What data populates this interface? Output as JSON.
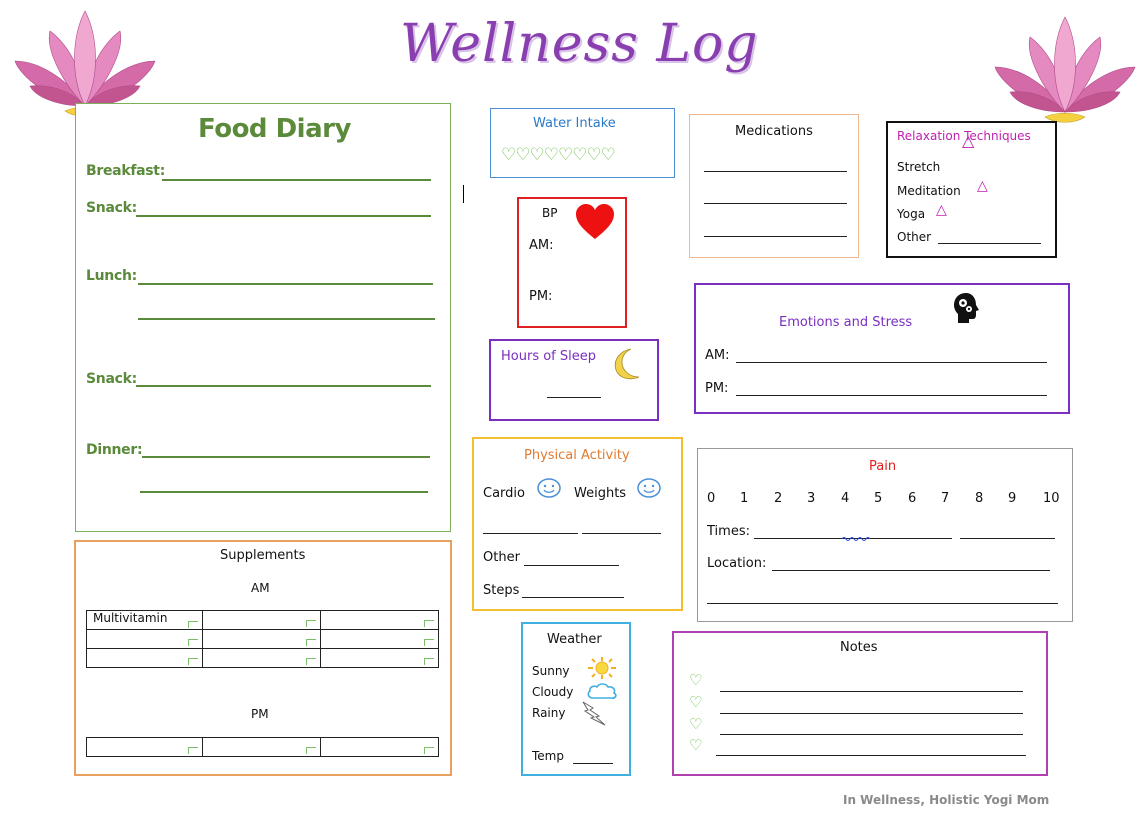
{
  "title": "Wellness Log",
  "food_diary": {
    "title": "Food Diary",
    "breakfast": "Breakfast:",
    "snack1": "Snack:",
    "lunch": "Lunch:",
    "snack2": "Snack:",
    "dinner": "Dinner:"
  },
  "water": {
    "title": "Water Intake",
    "hearts": "♡♡♡♡♡♡♡♡"
  },
  "bp": {
    "title": "BP",
    "am": "AM:",
    "pm": "PM:"
  },
  "sleep": {
    "title": "Hours of Sleep"
  },
  "medications": {
    "title": "Medications"
  },
  "relaxation": {
    "title": "Relaxation Techniques",
    "items": [
      "Stretch",
      "Meditation",
      "Yoga",
      "Other"
    ]
  },
  "emotions": {
    "title": "Emotions and Stress",
    "am": "AM:",
    "pm": "PM:"
  },
  "activity": {
    "title": "Physical Activity",
    "cardio": "Cardio",
    "weights": "Weights",
    "other": "Other",
    "steps": "Steps"
  },
  "pain": {
    "title": "Pain",
    "scale": [
      "0",
      "1",
      "2",
      "3",
      "4",
      "5",
      "6",
      "7",
      "8",
      "9",
      "10"
    ],
    "times": "Times:",
    "location": "Location:"
  },
  "supplements": {
    "title": "Supplements",
    "am": "AM",
    "pm": "PM",
    "first_item": "Multivitamin"
  },
  "weather": {
    "title": "Weather",
    "sunny": "Sunny",
    "cloudy": "Cloudy",
    "rainy": "Rainy",
    "temp": "Temp"
  },
  "notes": {
    "title": "Notes"
  },
  "footer": "In Wellness, Holistic Yogi Mom",
  "colors": {
    "title_purple": "#8a3fb0",
    "green": "#5a8a3a",
    "blue_border": "#4a90d9",
    "red": "#e02020",
    "purple_border": "#7a2fc0",
    "orange": "#e07a30",
    "yellow_border": "#f0c030",
    "magenta": "#c020b0",
    "lotus_pink": "#e070b0"
  },
  "icons": [
    "lotus-icon",
    "heart-icon",
    "moon-icon",
    "smiley-icon",
    "sun-icon",
    "cloud-icon",
    "lightning-icon",
    "head-gears-icon",
    "triangle-icon",
    "checkbox-icon"
  ]
}
